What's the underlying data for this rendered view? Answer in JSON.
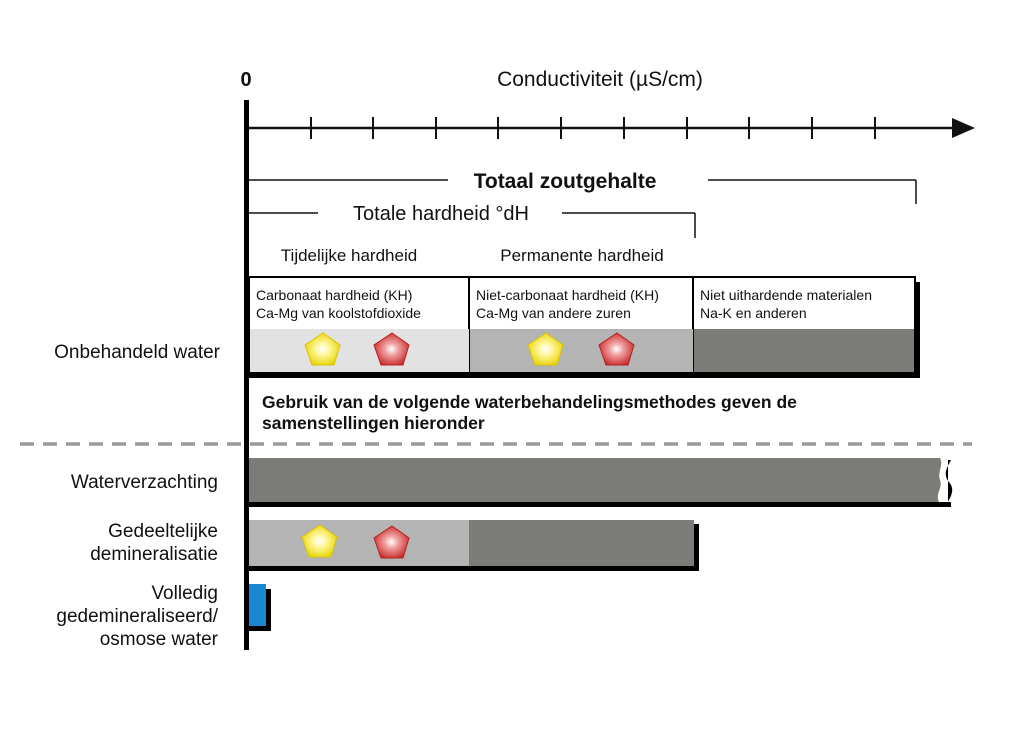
{
  "axis": {
    "zero_label": "0",
    "title": "Conductiviteit (µS/cm)"
  },
  "brackets": {
    "total_salt": "Totaal zoutgehalte",
    "total_hardness": "Totale hardheid °dH"
  },
  "hardness_types": {
    "temporary": "Tijdelijke hardheid",
    "permanent": "Permanente hardheid"
  },
  "segments": {
    "carbonate": {
      "line1": "Carbonaat hardheid (KH)",
      "line2": "Ca-Mg van koolstofdioxide"
    },
    "non_carbonate": {
      "line1": "Niet-carbonaat hardheid (KH)",
      "line2": "Ca-Mg van andere zuren"
    },
    "non_hardening": {
      "line1": "Niet uithardende materialen",
      "line2": "Na-K en anderen"
    }
  },
  "note": {
    "line1": "Gebruik van de volgende waterbehandelingsmethodes geven de",
    "line2": "samenstellingen hieronder"
  },
  "rows": {
    "untreated": {
      "label": "Onbehandeld water"
    },
    "softening": {
      "label": "Waterverzachting"
    },
    "partial_demin": {
      "label_line1": "Gedeeltelijke",
      "label_line2": "demineralisatie"
    },
    "full_demin": {
      "label_line1": "Volledig",
      "label_line2": "gedemineraliseerd/",
      "label_line3": "osmose water"
    }
  },
  "colors": {
    "light_gray": "#e2e2e2",
    "mid_gray": "#b4b4b4",
    "dark_gray": "#7b7b78",
    "yellow_pentagon": "#f2e21a",
    "red_pentagon": "#d23a3a",
    "blue_bar": "#1a86d0",
    "dashed_line": "#9a9a9a"
  },
  "icons": {
    "calcium": "yellow-pentagon-icon",
    "magnesium": "red-pentagon-icon"
  }
}
